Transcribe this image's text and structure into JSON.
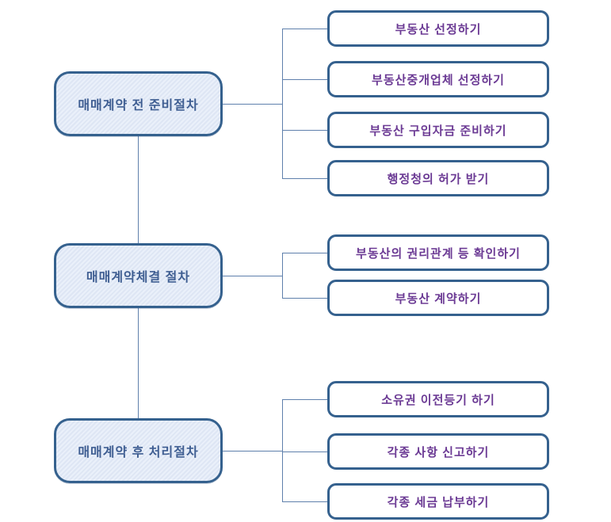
{
  "diagram": {
    "type": "flowchart",
    "language": "ko",
    "colors": {
      "box_border": "#35618e",
      "left_box_fill": "#dee6f4",
      "left_text": "#3f5e92",
      "right_text": "#6b3a94",
      "connector": "#5f80ac",
      "background": "#ffffff"
    },
    "groups": [
      {
        "label": "매매계약 전 준비절차",
        "children": [
          "부동산 선정하기",
          "부동산중개업체 선정하기",
          "부동산 구입자금 준비하기",
          "행정청의 허가 받기"
        ]
      },
      {
        "label": "매매계약체결 절차",
        "children": [
          "부동산의 권리관계 등 확인하기",
          "부동산 계약하기"
        ]
      },
      {
        "label": "매매계약 후 처리절차",
        "children": [
          "소유권 이전등기 하기",
          "각종 사항 신고하기",
          "각종 세금 납부하기"
        ]
      }
    ]
  }
}
